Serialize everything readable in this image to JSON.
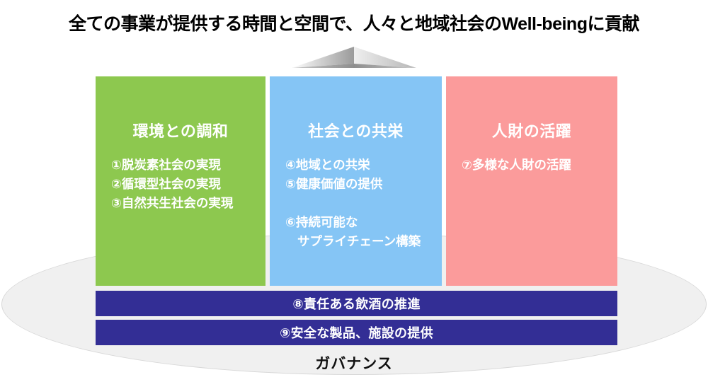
{
  "title": "全ての事業が提供する時間と空間で、人々と地域社会のWell-beingに貢献",
  "roof": {
    "icon": "triangle-roof-icon"
  },
  "colors": {
    "green": "#8dc84f",
    "blue": "#85c5f5",
    "pink": "#fb9b9b",
    "navy": "#332e95",
    "base": "#f0f0f0",
    "base_border": "#d8d8d8"
  },
  "pillars": [
    {
      "heading": "環境との調和",
      "color": "#8dc84f",
      "items": [
        {
          "text": "①脱炭素社会の実現"
        },
        {
          "text": "②循環型社会の実現"
        },
        {
          "text": "③自然共生社会の実現"
        }
      ]
    },
    {
      "heading": "社会との共栄",
      "color": "#85c5f5",
      "items": [
        {
          "text": "④地域との共栄"
        },
        {
          "text": "⑤健康価値の提供"
        },
        {
          "text": "⑥持続可能な",
          "continuation": "サプライチェーン構築"
        }
      ]
    },
    {
      "heading": "人財の活躍",
      "color": "#fb9b9b",
      "items": [
        {
          "text": "⑦多様な人財の活躍"
        }
      ]
    }
  ],
  "governance": {
    "bars": [
      "⑧責任ある飲酒の推進",
      "⑨安全な製品、施設の提供"
    ],
    "label": "ガバナンス"
  }
}
